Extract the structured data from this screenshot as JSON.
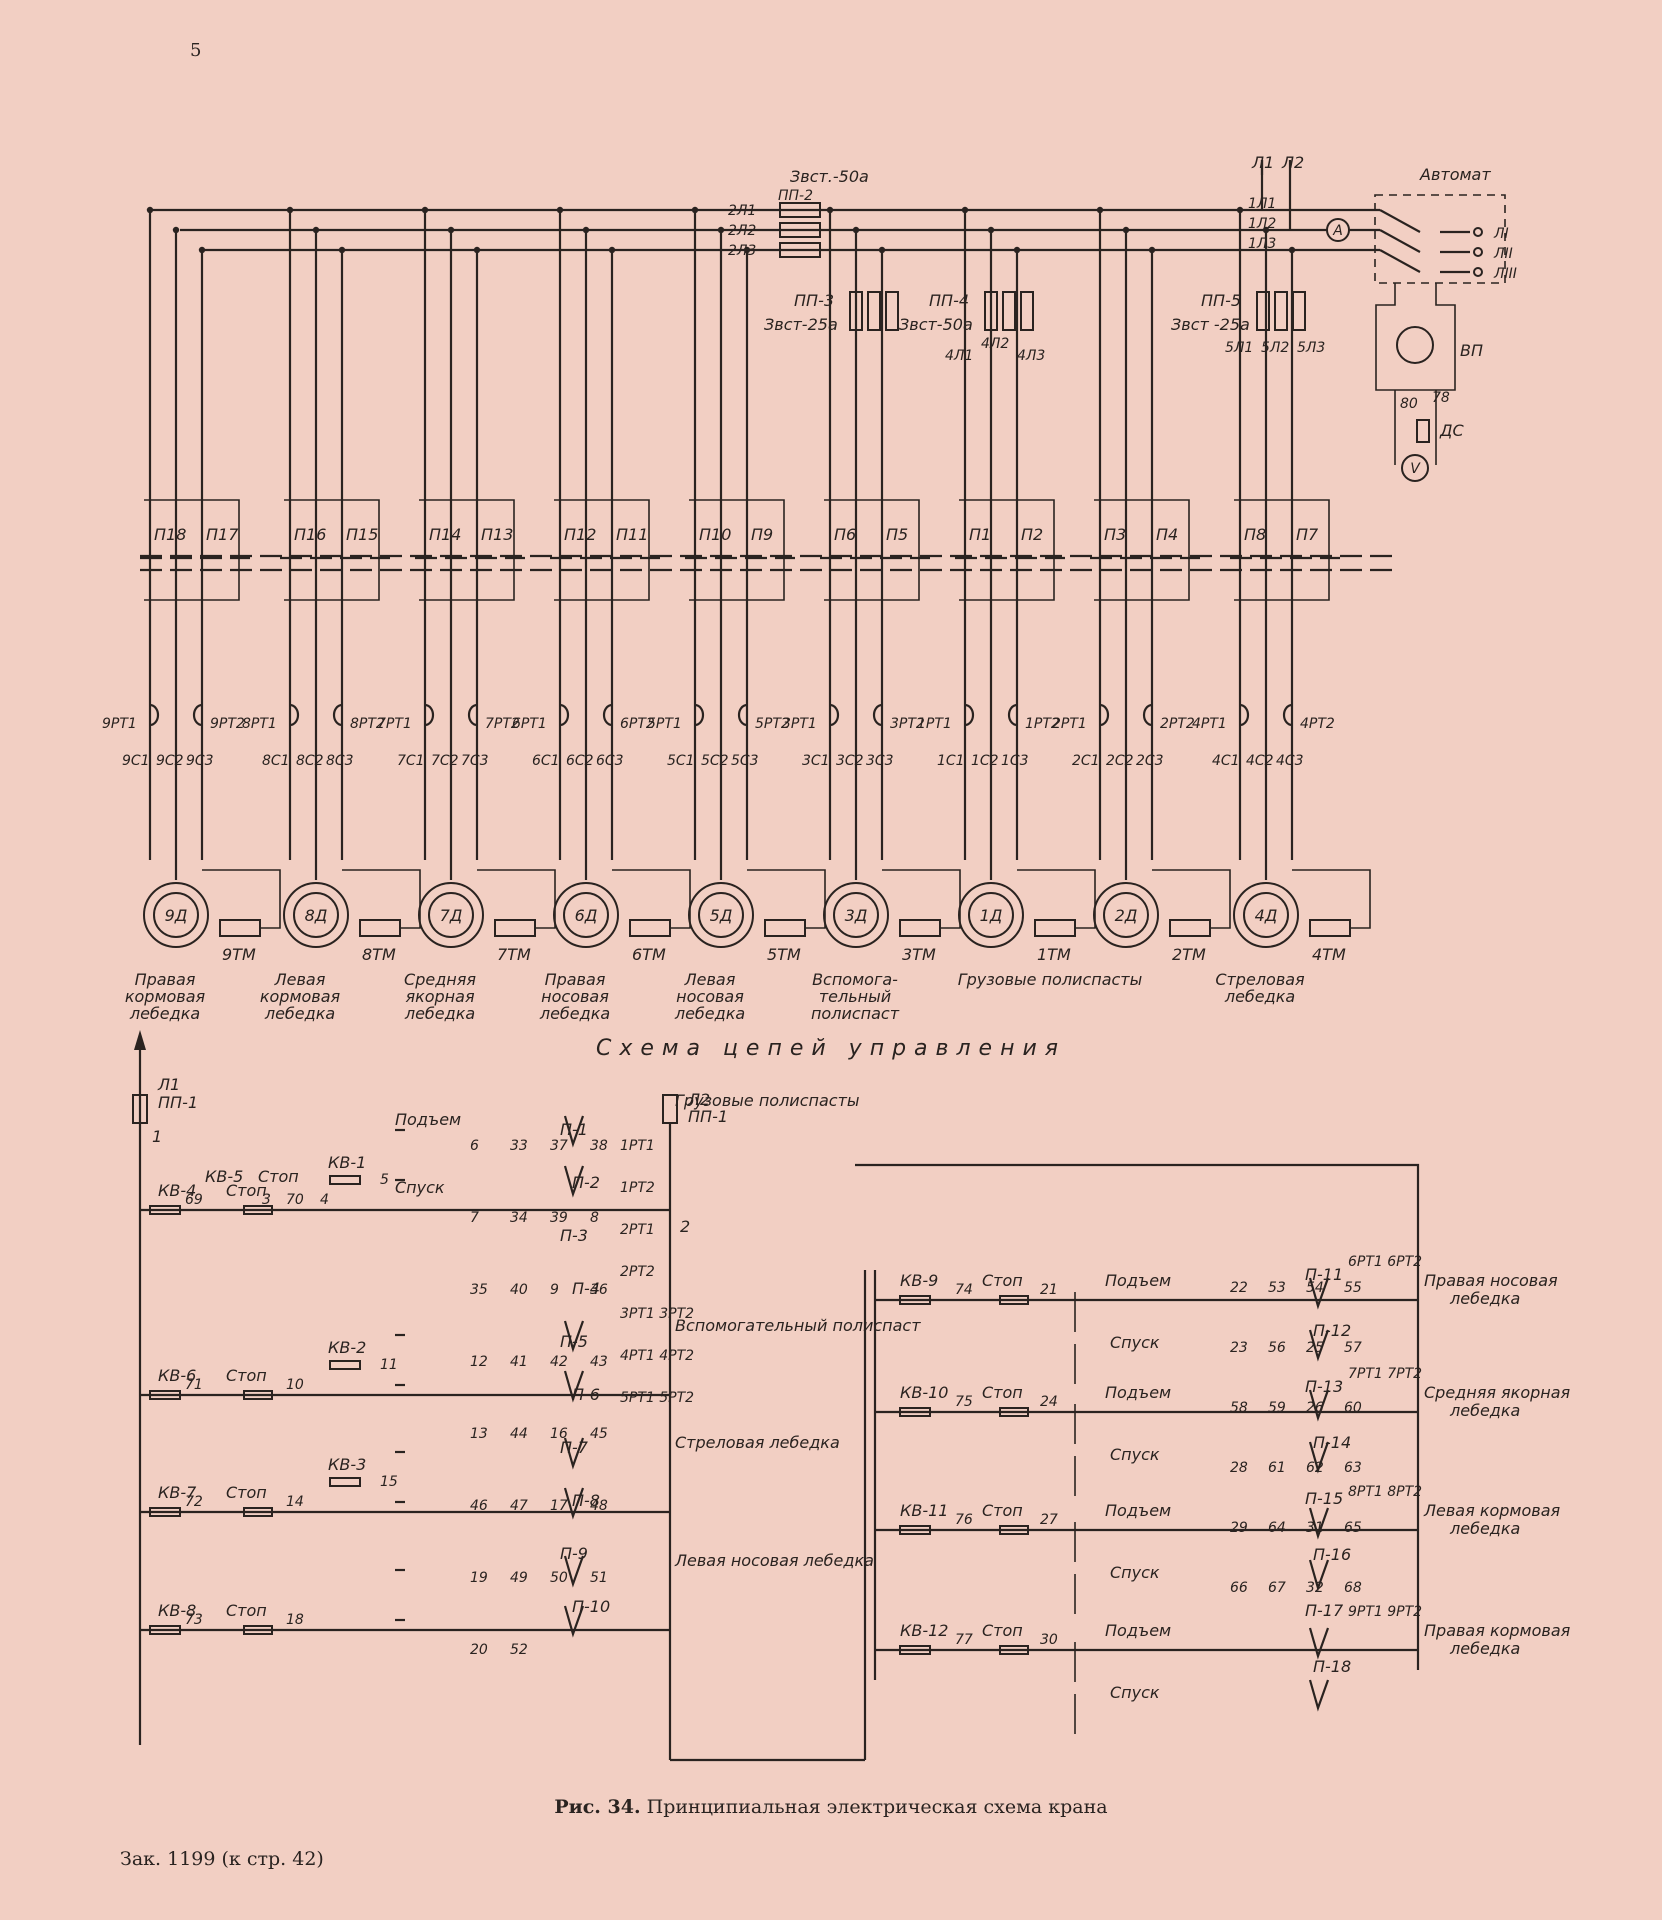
{
  "page_number": "5",
  "power": {
    "fuse_label_top": "Звст.-50а",
    "fuse_pp2": "ПП-2",
    "phases_2": [
      "2Л1",
      "2Л2",
      "2Л3"
    ],
    "phases_1": [
      "1Л1",
      "1Л2",
      "1Л3"
    ],
    "feed": [
      "Л1",
      "Л2"
    ],
    "breaker": "Автомат",
    "outs": [
      "ЛI",
      "ЛII",
      "ЛIII"
    ],
    "ammeter": "A",
    "voltmeter": "V",
    "vp": "ВП",
    "ds": "ДС",
    "n80": "80",
    "n78": "78",
    "pp3": "ПП-3",
    "pp3_rating": "Звст-25а",
    "pp4": "ПП-4",
    "pp4_rating": "Звст-50а",
    "pp4_phases": [
      "4Л1",
      "4Л2",
      "4Л3"
    ],
    "pp5": "ПП-5",
    "pp5_rating": "Звст -25а",
    "pp5_phases": [
      "5Л1",
      "5Л2",
      "5Л3"
    ]
  },
  "motors": [
    {
      "pl": "П18",
      "pr": "П17",
      "rt1": "9PT1",
      "rt2": "9PT2",
      "c1": "9C1",
      "c2": "9C2",
      "c3": "9C3",
      "m": "9Д",
      "tm": "9TM"
    },
    {
      "pl": "П16",
      "pr": "П15",
      "rt1": "8PT1",
      "rt2": "8PT2",
      "c1": "8C1",
      "c2": "8C2",
      "c3": "8C3",
      "m": "8Д",
      "tm": "8TM"
    },
    {
      "pl": "П14",
      "pr": "П13",
      "rt1": "7PT1",
      "rt2": "7PT2",
      "c1": "7C1",
      "c2": "7C2",
      "c3": "7C3",
      "m": "7Д",
      "tm": "7TM"
    },
    {
      "pl": "П12",
      "pr": "П11",
      "rt1": "6PT1",
      "rt2": "6PT2",
      "c1": "6C1",
      "c2": "6C2",
      "c3": "6C3",
      "m": "6Д",
      "tm": "6TM"
    },
    {
      "pl": "П10",
      "pr": "П9",
      "rt1": "5PT1",
      "rt2": "5PT2",
      "c1": "5C1",
      "c2": "5C2",
      "c3": "5C3",
      "m": "5Д",
      "tm": "5TM"
    },
    {
      "pl": "П6",
      "pr": "П5",
      "rt1": "3PT1",
      "rt2": "3PT2",
      "c1": "3C1",
      "c2": "3C2",
      "c3": "3C3",
      "m": "3Д",
      "tm": "3TM"
    },
    {
      "pl": "П1",
      "pr": "П2",
      "rt1": "1PT1",
      "rt2": "1PT2",
      "c1": "1C1",
      "c2": "1C2",
      "c3": "1C3",
      "m": "1Д",
      "tm": "1TM"
    },
    {
      "pl": "П3",
      "pr": "П4",
      "rt1": "2PT1",
      "rt2": "2PT2",
      "c1": "2C1",
      "c2": "2C2",
      "c3": "2C3",
      "m": "2Д",
      "tm": "2TM"
    },
    {
      "pl": "П8",
      "pr": "П7",
      "rt1": "4PT1",
      "rt2": "4PT2",
      "c1": "4C1",
      "c2": "4C2",
      "c3": "4C3",
      "m": "4Д",
      "tm": "4TM"
    }
  ],
  "motor_groups": [
    {
      "lines": [
        "Правая",
        "кормовая",
        "лебедка"
      ]
    },
    {
      "lines": [
        "Левая",
        "кормовая",
        "лебедка"
      ]
    },
    {
      "lines": [
        "Средняя",
        "якорная",
        "лебедка"
      ]
    },
    {
      "lines": [
        "Правая",
        "носовая",
        "лебедка"
      ]
    },
    {
      "lines": [
        "Левая",
        "носовая",
        "лебедка"
      ]
    },
    {
      "lines": [
        "Вспомога-",
        "тельный",
        "полиспаст"
      ]
    },
    {
      "lines": [
        "Грузовые  полиспасты"
      ]
    },
    {
      "lines": [
        "Стреловая",
        "лебедка"
      ]
    }
  ],
  "control_title": "Схема  цепей  управления",
  "control": {
    "l1": "Л1",
    "l2": "Л2",
    "pp1": "ПП-1",
    "n1": "1",
    "n2": "2",
    "left_rows": [
      {
        "kv": "КВ-4",
        "kv2": "КВ-5",
        "stop": "Стоп",
        "stop2": "Стоп",
        "n": "69",
        "n2": "70",
        "n3": "3",
        "n4": "4",
        "kv3": "КВ-1",
        "n5": "5",
        "grp": "Грузовые полиспасты"
      },
      {
        "kv": "КВ-6",
        "stop": "Стоп",
        "n": "71",
        "n2": "10",
        "kv3": "КВ-2",
        "n5": "11",
        "grp": "Вспомогательный полиспаст"
      },
      {
        "kv": "КВ-7",
        "stop": "Стоп",
        "n": "72",
        "n2": "14",
        "kv3": "КВ-3",
        "n5": "15",
        "grp": "Стреловая лебедка"
      },
      {
        "kv": "КВ-8",
        "stop": "Стоп",
        "n": "73",
        "n2": "18",
        "kv3": "",
        "n5": "",
        "grp": "Левая носовая лебедка"
      }
    ],
    "right_rows": [
      {
        "kv": "КВ-9",
        "stop": "Стоп",
        "n": "74",
        "n2": "21",
        "grp": "Правая носовая лебедка",
        "rt": "6PT1 6PT2"
      },
      {
        "kv": "КВ-10",
        "stop": "Стоп",
        "n": "75",
        "n2": "24",
        "grp": "Средняя якорная лебедка",
        "rt": "7PT1 7PT2"
      },
      {
        "kv": "КВ-11",
        "stop": "Стоп",
        "n": "76",
        "n2": "27",
        "grp": "Левая кормовая лебедка",
        "rt": "8PT1 8PT2"
      },
      {
        "kv": "КВ-12",
        "stop": "Стоп",
        "n": "77",
        "n2": "30",
        "grp": "Правая кормовая лебедка",
        "rt": "9PT1 9PT2"
      }
    ],
    "buttons": [
      "Подъем",
      "Спуск"
    ],
    "coils_left": [
      "П-1",
      "П-2",
      "П-3",
      "П-4",
      "П-5",
      "П-6",
      "П-7",
      "П-8",
      "П-9",
      "П-10"
    ],
    "coils_right": [
      "П-11",
      "П-12",
      "П-13",
      "П-14",
      "П-15",
      "П-16",
      "П-17",
      "П-18"
    ],
    "rt_left": [
      "1PT1",
      "1PT2",
      "2PT1",
      "2PT2",
      "3PT1 3PT2",
      "4PT1 4PT2",
      "5PT1 5PT2"
    ],
    "nums_left": [
      "6",
      "33",
      "37",
      "38",
      "7",
      "34",
      "39",
      "8",
      "35",
      "40",
      "9",
      "36",
      "12",
      "41",
      "42",
      "43",
      "13",
      "44",
      "16",
      "45",
      "46",
      "47",
      "17",
      "48",
      "19",
      "49",
      "50",
      "51",
      "20",
      "52"
    ],
    "nums_right": [
      "22",
      "53",
      "54",
      "55",
      "23",
      "56",
      "25",
      "57",
      "58",
      "59",
      "26",
      "60",
      "28",
      "61",
      "62",
      "63",
      "29",
      "64",
      "31",
      "65",
      "66",
      "67",
      "32",
      "68"
    ]
  },
  "caption": {
    "label": "Рис. 34.",
    "text": "Принципиальная электрическая схема крана"
  },
  "footer": "Зак. 1199 (к стр. 42)"
}
